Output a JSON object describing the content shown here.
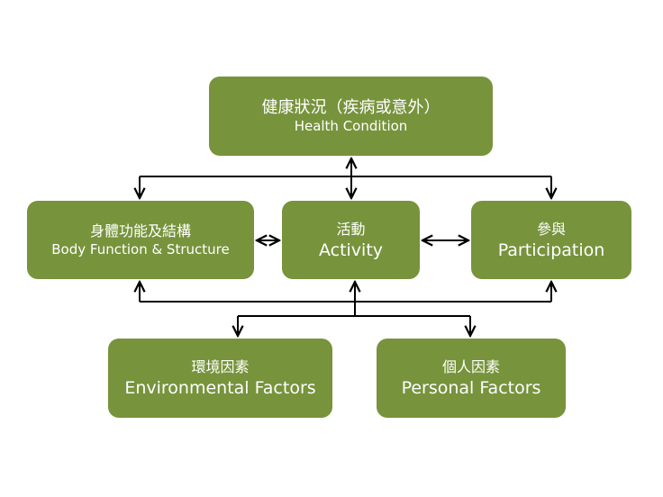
{
  "boxes": {
    "health_condition": {
      "zh": "健康狀況（疾病或意外）",
      "en": "Health Condition"
    },
    "body_function": {
      "zh": "身體功能及結構",
      "en": "Body Function & Structure"
    },
    "activity": {
      "zh": "活動",
      "en": "Activity"
    },
    "participation": {
      "zh": "參與",
      "en": "Participation"
    },
    "environmental": {
      "zh": "環境因素",
      "en": "Environmental Factors"
    },
    "personal": {
      "zh": "個人因素",
      "en": "Personal Factors"
    }
  },
  "colors": {
    "box_fill": "#77933c",
    "box_text": "#ffffff",
    "connector": "#000000"
  }
}
